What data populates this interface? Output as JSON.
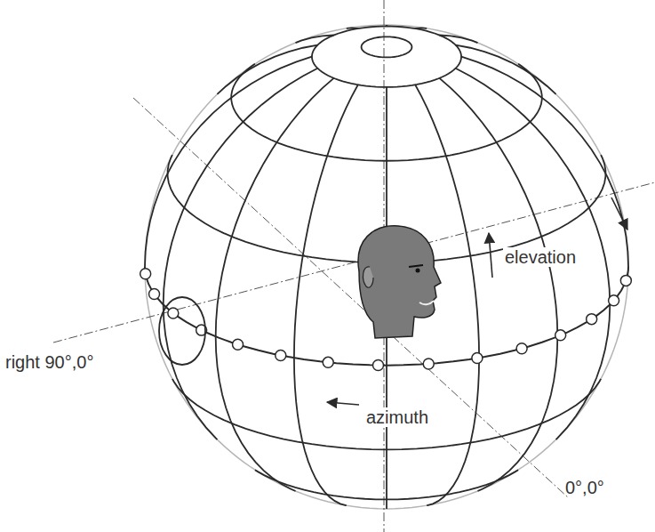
{
  "diagram": {
    "labels": [
      "elevation",
      "right 90°,0°",
      "azimuth",
      "0°,0°"
    ]
  }
}
